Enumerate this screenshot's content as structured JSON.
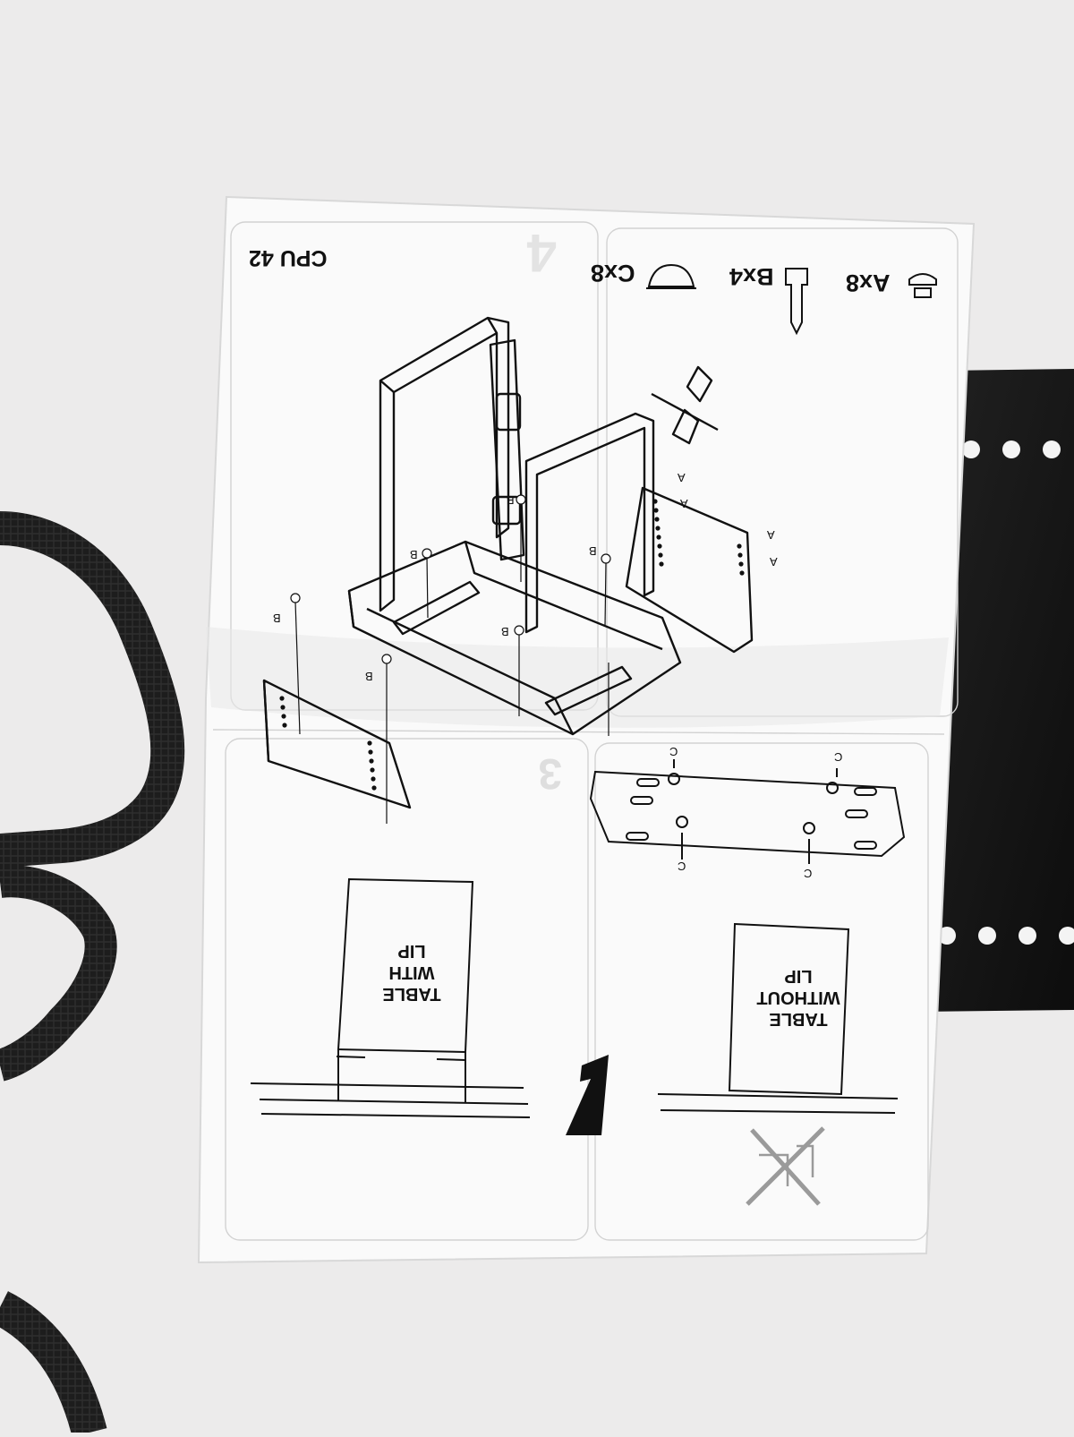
{
  "sheet": {
    "model_name": "CPU 42",
    "step_number": "1",
    "faint_step_numbers": [
      "4",
      "3"
    ]
  },
  "parts": [
    {
      "label": "Ax8",
      "icon": "cap-screw-icon"
    },
    {
      "label": "Bx4",
      "icon": "long-screw-icon"
    },
    {
      "label": "Cx8",
      "icon": "dome-cap-icon"
    }
  ],
  "callouts": {
    "a": "A",
    "b": "B",
    "c": "C"
  },
  "table_with_lip": {
    "line1": "TABLE",
    "line2": "WITH",
    "line3": "LIP"
  },
  "table_without_lip": {
    "line1": "TABLE",
    "line2": "WITHOUT",
    "line3": "LIP"
  },
  "colors": {
    "background": "#ecebeb",
    "paper": "#fafafa",
    "ink": "#111111",
    "strap": "#1c1c1c",
    "bracket": "#151515"
  }
}
